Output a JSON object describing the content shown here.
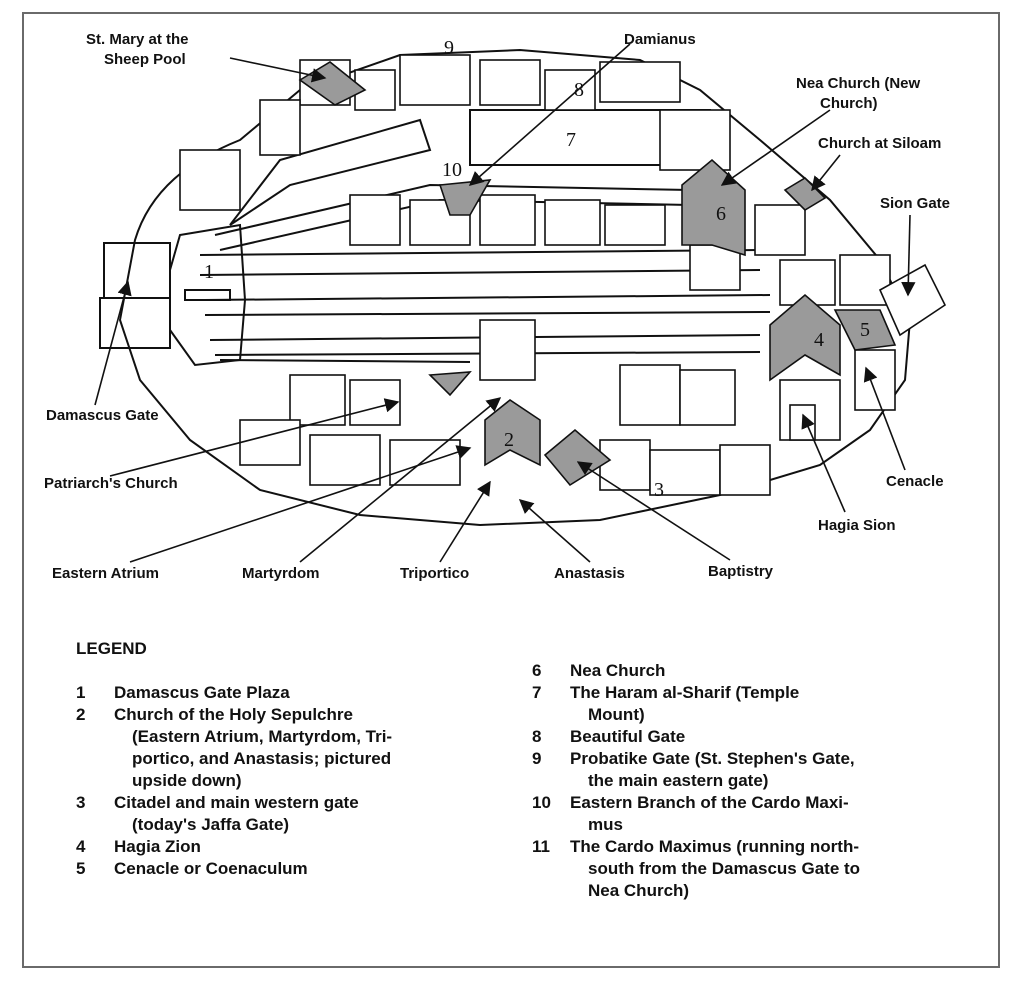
{
  "map_numbers": [
    "1",
    "2",
    "3",
    "4",
    "5",
    "6",
    "7",
    "8",
    "9",
    "10"
  ],
  "labels": {
    "st_mary": [
      "St. Mary at the",
      "Sheep Pool"
    ],
    "damianus": "Damianus",
    "nea_church": [
      "Nea Church (New",
      "Church)"
    ],
    "church_siloam": "Church at Siloam",
    "sion_gate": "Sion Gate",
    "damascus_gate": "Damascus Gate",
    "patriarchs_church": "Patriarch's Church",
    "eastern_atrium": "Eastern Atrium",
    "martyrdom": "Martyrdom",
    "triportico": "Triportico",
    "anastasis": "Anastasis",
    "baptistry": "Baptistry",
    "cenacle": "Cenacle",
    "hagia_sion": "Hagia Sion"
  },
  "legend": {
    "title": "LEGEND",
    "left": [
      {
        "n": "1",
        "lines": [
          "Damascus Gate Plaza"
        ]
      },
      {
        "n": "2",
        "lines": [
          "Church of the Holy Sepulchre",
          "(Eastern Atrium, Martyrdom, Tri-",
          "portico, and Anastasis; pictured",
          "upside down)"
        ]
      },
      {
        "n": "3",
        "lines": [
          "Citadel and main western gate",
          "(today's Jaffa Gate)"
        ]
      },
      {
        "n": "4",
        "lines": [
          "Hagia Zion"
        ]
      },
      {
        "n": "5",
        "lines": [
          "Cenacle or Coenaculum"
        ]
      }
    ],
    "right": [
      {
        "n": "6",
        "lines": [
          "Nea Church"
        ]
      },
      {
        "n": "7",
        "lines": [
          "The Haram al-Sharif (Temple",
          "Mount)"
        ]
      },
      {
        "n": "8",
        "lines": [
          "Beautiful Gate"
        ]
      },
      {
        "n": "9",
        "lines": [
          "Probatike Gate (St. Stephen's Gate,",
          "the main eastern gate)"
        ]
      },
      {
        "n": "10",
        "lines": [
          "Eastern Branch of the Cardo Maxi-",
          "mus"
        ]
      },
      {
        "n": "11",
        "lines": [
          "The Cardo Maximus (running north-",
          "south from the Damascus Gate to",
          "Nea Church)"
        ]
      }
    ]
  }
}
